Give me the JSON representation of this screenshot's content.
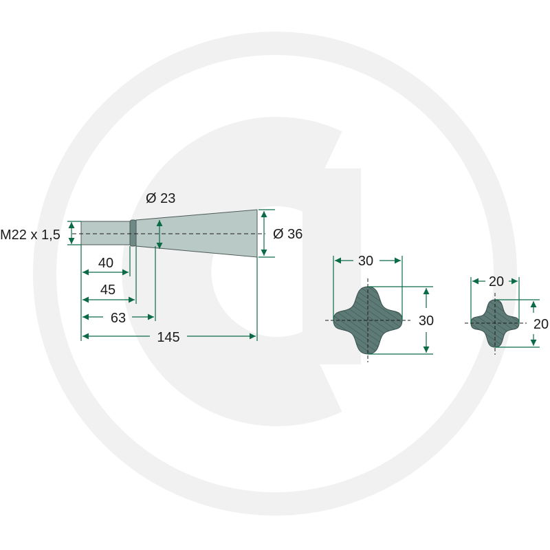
{
  "colors": {
    "background": "#ffffff",
    "watermark": "#f1f1f1",
    "part_fill": "#b9c9c6",
    "part_stroke": "#4a5755",
    "section_fill": "#5e7a76",
    "dimension": "#0b6b47",
    "text": "#1a1a1a"
  },
  "watermark": {
    "description_icon": "brand-logo-watermark"
  },
  "pin": {
    "thread_label": "M22 x 1,5",
    "diameter_small_label": "Ø 23",
    "diameter_large_label": "Ø 36",
    "length_labels": [
      "40",
      "45",
      "63",
      "145"
    ]
  },
  "section_large": {
    "width_label": "30",
    "height_label": "30"
  },
  "section_small": {
    "width_label": "20",
    "height_label": "20"
  }
}
